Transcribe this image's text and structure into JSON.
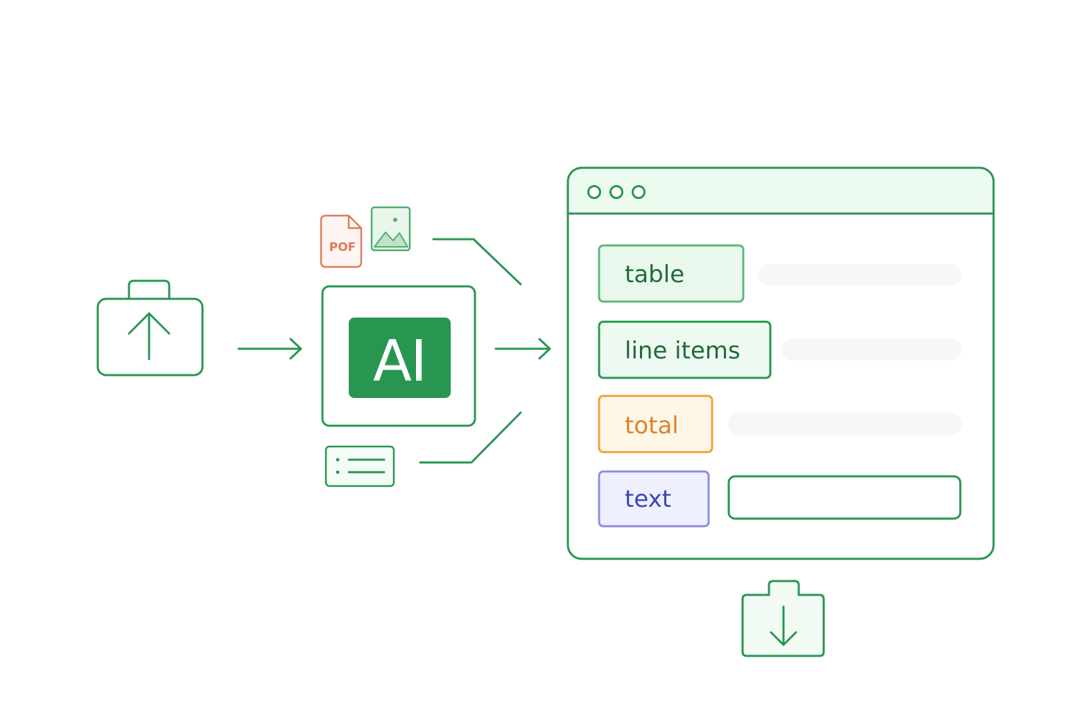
{
  "colors": {
    "primary": "#279651",
    "pdf_accent": "#E0795E",
    "total_accent": "#EFA13B",
    "text_accent": "#8B8FE0",
    "text_label": "#3D47B8",
    "total_label": "#E0812A"
  },
  "source": {
    "icon": "upload-icon"
  },
  "inputs": {
    "pdf_label": "POF",
    "image_icon": "image-icon",
    "list_icon": "list-icon"
  },
  "processor": {
    "label": "AI"
  },
  "output_window": {
    "fields": [
      {
        "label": "table"
      },
      {
        "label": "line items"
      },
      {
        "label": "total"
      },
      {
        "label": "text"
      }
    ]
  },
  "export": {
    "icon": "download-icon"
  }
}
